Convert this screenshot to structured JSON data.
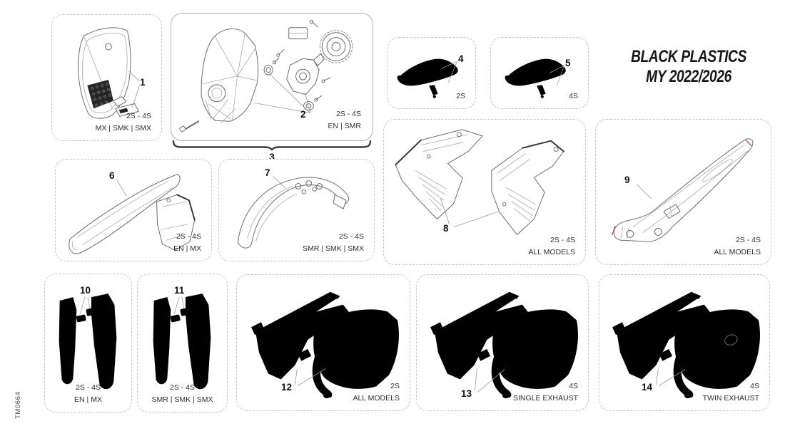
{
  "page": {
    "doc_code": "TM0664"
  },
  "title": {
    "line1": "BLACK PLASTICS",
    "line2": "MY 2022/2026"
  },
  "headlight_group": {
    "label": "3"
  },
  "panels": {
    "plate": {
      "number": "1",
      "models": "2S - 4S",
      "variants": "MX | SMK | SMX"
    },
    "headlight": {
      "number": "2",
      "models": "2S - 4S",
      "variants": "EN | SMR"
    },
    "cover2s": {
      "number": "4",
      "models": "2S"
    },
    "cover4s": {
      "number": "5",
      "models": "4S"
    },
    "fender_en_mx": {
      "number": "6",
      "models": "2S - 4S",
      "variants": "EN | MX"
    },
    "fender_smr": {
      "number": "7",
      "models": "2S - 4S",
      "variants": "SMR | SMK | SMX"
    },
    "shrouds": {
      "number": "8",
      "models": "2S - 4S",
      "variants": "ALL MODELS"
    },
    "rear_fender": {
      "number": "9",
      "models": "2S - 4S",
      "variants": "ALL MODELS"
    },
    "fork_guards_en_mx": {
      "number": "10",
      "models": "2S - 4S",
      "variants": "EN | MX"
    },
    "fork_guards_smr": {
      "number": "11",
      "models": "2S - 4S",
      "variants": "SMR | SMK | SMX"
    },
    "side_panels_2s": {
      "number": "12",
      "models": "2S",
      "variants": "ALL MODELS"
    },
    "side_panels_single": {
      "number": "13",
      "models": "4S",
      "variants": "SINGLE EXHAUST"
    },
    "side_panels_twin": {
      "number": "14",
      "models": "4S",
      "variants": "TWIN EXHAUST"
    }
  }
}
